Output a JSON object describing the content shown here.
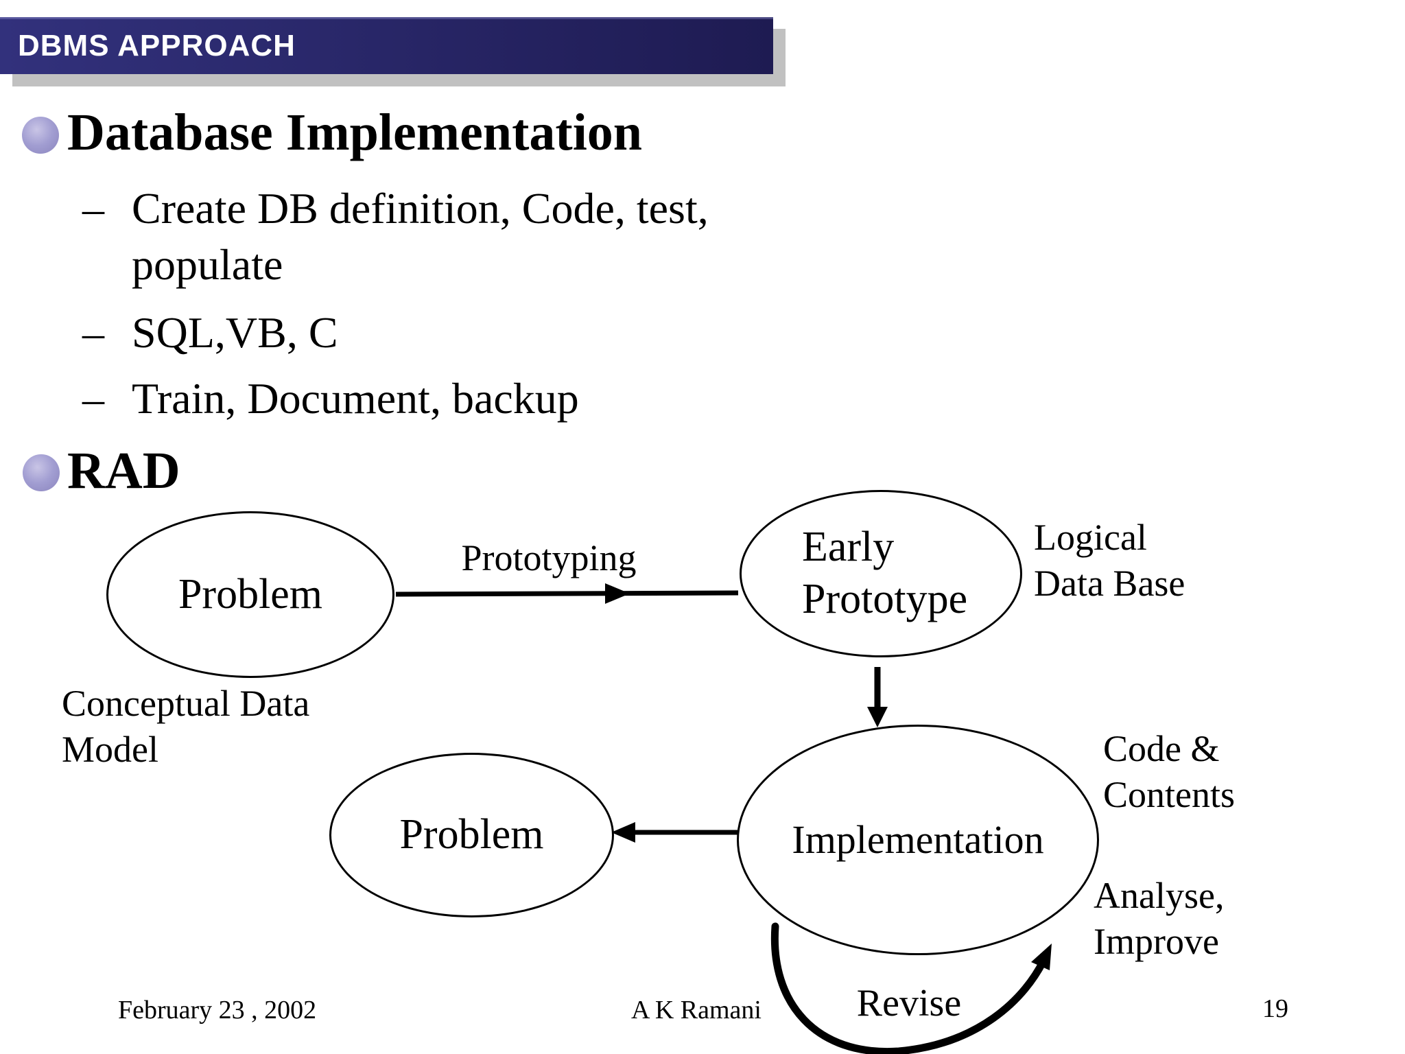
{
  "slide": {
    "header": {
      "title": "DBMS APPROACH"
    },
    "dash": "–",
    "bullets": [
      {
        "label": "Database Implementation",
        "sub_items": [
          "Create DB definition, Code, test,\npopulate",
          "SQL,VB, C",
          "Train, Document, backup"
        ]
      },
      {
        "label": "RAD"
      }
    ],
    "diagram": {
      "nodes": {
        "problem_top": "Problem",
        "early_prototype": "Early\nPrototype",
        "implementation": "Implementation",
        "problem_bottom": "Problem"
      },
      "labels": {
        "prototyping": "Prototyping",
        "logical_database": "Logical\nData Base",
        "conceptual_data_model": "Conceptual Data\nModel",
        "code_contents": "Code &\nContents",
        "analyse_improve": "Analyse,\nImprove",
        "revise": "Revise"
      }
    },
    "footer": {
      "date": "February 23 , 2002",
      "author": "A K Ramani",
      "page": "19"
    },
    "colors": {
      "header_navy_left": "#32317c",
      "header_navy_right": "#1e1b52",
      "shadow_gray": "#c1c1c1",
      "bullet_lavender": "#a29ed2",
      "text": "#000000"
    }
  }
}
